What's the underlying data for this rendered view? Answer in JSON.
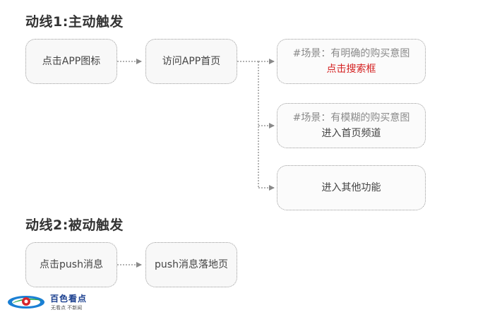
{
  "flow1": {
    "title": "动线1:主动触发",
    "step1": "点击APP图标",
    "step2": "访问APP首页",
    "branches": [
      {
        "scene": "#场景：有明确的购买意图",
        "action": "点击搜索框"
      },
      {
        "scene": "#场景：有模糊的购买意图",
        "action": "进入首页频道"
      },
      {
        "scene": "",
        "action": "进入其他功能"
      }
    ]
  },
  "flow2": {
    "title": "动线2:被动触发",
    "step1": "点击push消息",
    "step2": "push消息落地页"
  },
  "logo": {
    "name": "百色看点",
    "tagline": "无看点 不新闻"
  },
  "colors": {
    "highlight": "#d42020",
    "border": "#9a9a9a",
    "brand": "#1a3f8f"
  }
}
